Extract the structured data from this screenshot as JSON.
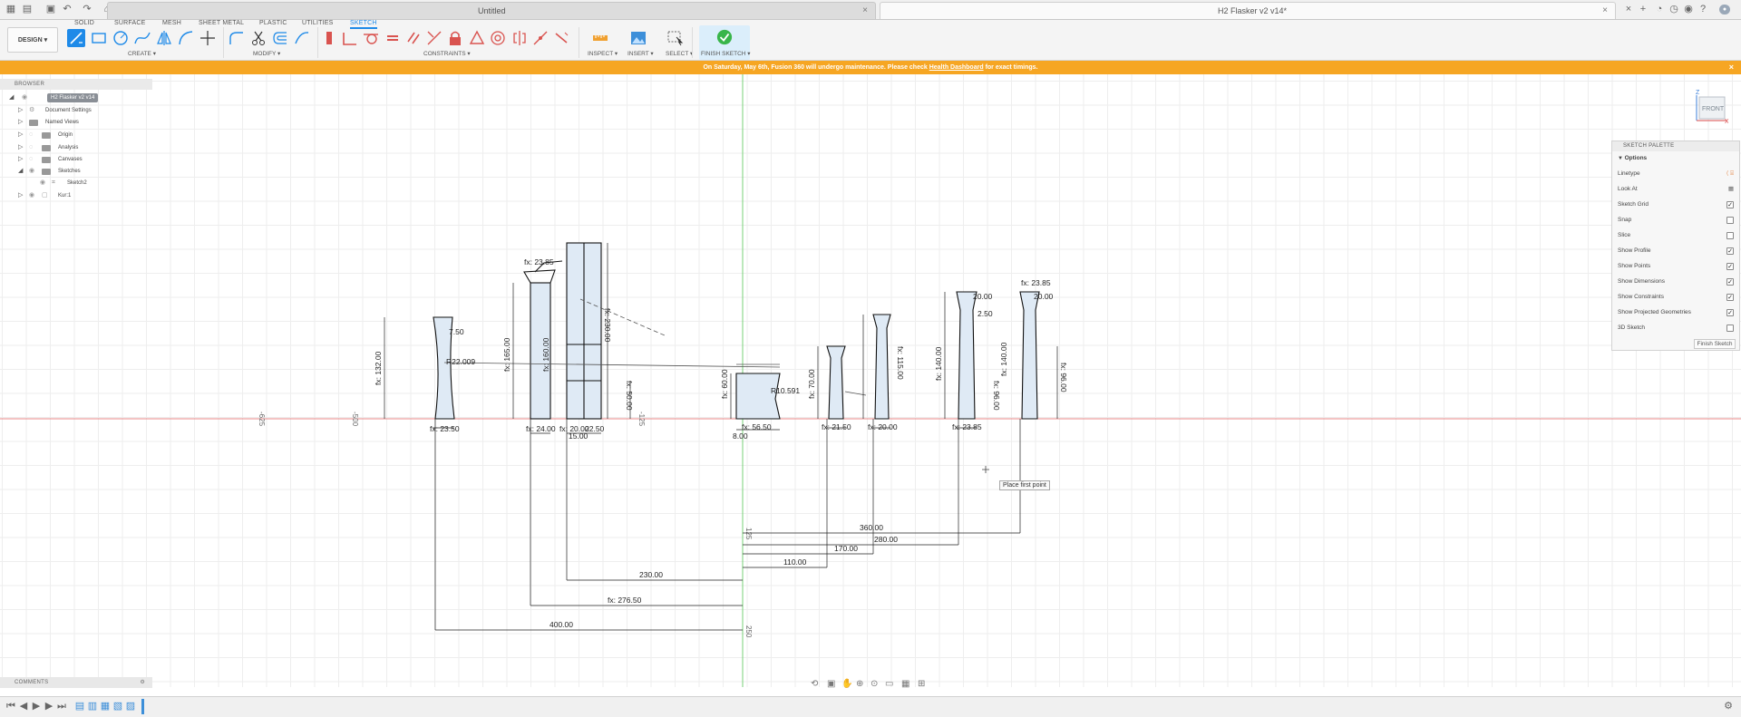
{
  "window": {
    "tabs": [
      {
        "label": "Untitled"
      },
      {
        "label": "H2 Flasker v2 v14*"
      }
    ]
  },
  "workspace_tabs": [
    "SOLID",
    "SURFACE",
    "MESH",
    "SHEET METAL",
    "PLASTIC",
    "UTILITIES",
    "SKETCH"
  ],
  "active_workspace_tab": "SKETCH",
  "toolbar": {
    "design_label": "DESIGN ▾",
    "groups": {
      "create": "CREATE ▾",
      "modify": "MODIFY ▾",
      "constraints": "CONSTRAINTS ▾",
      "inspect": "INSPECT ▾",
      "insert": "INSERT ▾",
      "select": "SELECT ▾",
      "finish": "FINISH SKETCH ▾"
    },
    "accent_color": "#1e8ae8",
    "finish_color": "#39b54a"
  },
  "banner": {
    "text_before": "On Saturday, May 6th, Fusion 360 will undergo maintenance. Please check",
    "link": "Health Dashboard",
    "text_after": "for exact timings.",
    "color": "#f6a623"
  },
  "browser": {
    "header": "BROWSER",
    "root": "H2 Flasker v2 v14",
    "items": [
      {
        "label": "Document Settings",
        "icon": "gear-icon"
      },
      {
        "label": "Named Views",
        "icon": "folder-icon"
      },
      {
        "label": "Origin",
        "icon": "folder-icon"
      },
      {
        "label": "Analysis",
        "icon": "folder-icon"
      },
      {
        "label": "Canvases",
        "icon": "folder-icon"
      },
      {
        "label": "Sketches",
        "icon": "folder-icon"
      },
      {
        "label": "Sketch2",
        "icon": "sketch-icon"
      },
      {
        "label": "Kur:1",
        "icon": "component-icon"
      }
    ]
  },
  "palette": {
    "header": "SKETCH PALETTE",
    "section": "Options",
    "rows": [
      {
        "label": "Linetype",
        "checked": null
      },
      {
        "label": "Look At",
        "checked": null
      },
      {
        "label": "Sketch Grid",
        "checked": true
      },
      {
        "label": "Snap",
        "checked": false
      },
      {
        "label": "Slice",
        "checked": false
      },
      {
        "label": "Show Profile",
        "checked": true
      },
      {
        "label": "Show Points",
        "checked": true
      },
      {
        "label": "Show Dimensions",
        "checked": true
      },
      {
        "label": "Show Constraints",
        "checked": true
      },
      {
        "label": "Show Projected Geometries",
        "checked": true
      },
      {
        "label": "3D Sketch",
        "checked": false
      }
    ],
    "finish_button": "Finish Sketch"
  },
  "viewcube": {
    "face": "FRONT",
    "axis_z": "Z",
    "axis_x": "X"
  },
  "comments": "COMMENTS",
  "tooltip": "Place first point",
  "axis_labels": [
    "-625",
    "-500",
    "-125",
    "125",
    "250"
  ],
  "dimensions": {
    "horizontal": [
      "360.00",
      "280.00",
      "170.00",
      "110.00",
      "230.00",
      "fx: 276.50",
      "400.00"
    ],
    "bottom_widths": [
      "fx: 23.50",
      "fx: 24.00",
      "fx: 20.00",
      "22.50",
      "15.00",
      "fx: 56.50",
      "8.00",
      "fx: 21.50",
      "fx: 20.00",
      "fx: 23.85"
    ],
    "vertical": [
      "fx: 132.00",
      "fx: 165.00",
      "fx: 160.00",
      "fx: 230.00",
      "fx: 50.00",
      "fx: 60.00",
      "fx: 70.00",
      "fx: 115.00",
      "fx: 140.00",
      "fx: 140.00",
      "fx: 96.00",
      "fx: 96.00"
    ],
    "top": [
      "fx: 23.85",
      "fx: 23.85",
      "20.00",
      "20.00",
      "R22.009",
      "R10.591",
      "7.50",
      "2.50"
    ]
  }
}
